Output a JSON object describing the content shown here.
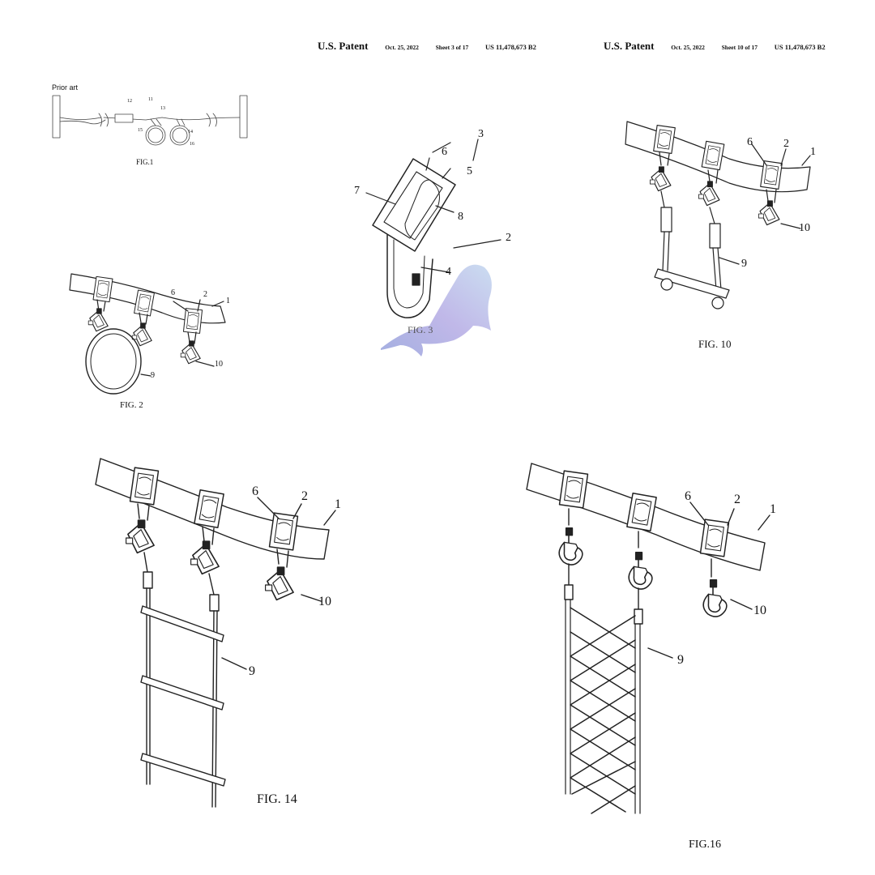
{
  "headers": [
    {
      "title": "U.S. Patent",
      "date": "Oct. 25, 2022",
      "sheet": "Sheet 3 of 17",
      "number": "US 11,478,673 B2"
    },
    {
      "title": "U.S. Patent",
      "date": "Oct. 25, 2022",
      "sheet": "Sheet 10 of 17",
      "number": "US 11,478,673 B2"
    }
  ],
  "figures": {
    "fig1": {
      "heading": "Prior art",
      "caption": "FIG.1",
      "labels": [
        "12",
        "11",
        "13",
        "15",
        "14",
        "16"
      ]
    },
    "fig2": {
      "caption": "FIG. 2",
      "labels": [
        "6",
        "2",
        "1",
        "9",
        "10"
      ]
    },
    "fig3": {
      "caption": "FIG. 3",
      "labels": [
        "3",
        "6",
        "5",
        "7",
        "8",
        "2",
        "4"
      ]
    },
    "fig10": {
      "caption": "FIG. 10",
      "labels": [
        "6",
        "2",
        "1",
        "10",
        "9"
      ]
    },
    "fig14": {
      "caption": "FIG. 14",
      "labels": [
        "6",
        "2",
        "1",
        "10",
        "9"
      ]
    },
    "fig16": {
      "caption": "FIG.16",
      "labels": [
        "6",
        "2",
        "1",
        "10",
        "9"
      ]
    }
  },
  "watermark": {
    "name": "walrus-logo",
    "colors": [
      "#c5d9ef",
      "#9aa6dd",
      "#b9b0e6"
    ]
  },
  "colors": {
    "line": "#222222",
    "background": "#ffffff"
  }
}
